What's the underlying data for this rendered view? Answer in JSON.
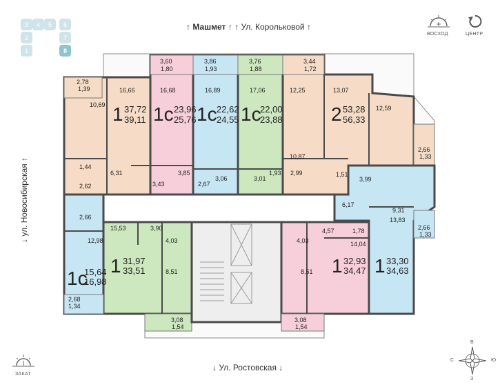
{
  "streets": {
    "top_left": "Машмет",
    "top_right": "Ул. Корольковой",
    "bottom": "Ул. Ростовская",
    "left": "ул. Новосибирская"
  },
  "sections": [
    {
      "label": "3",
      "active": false
    },
    {
      "label": "4",
      "active": false
    },
    {
      "label": "5",
      "active": false
    },
    {
      "label": "6",
      "active": false
    },
    {
      "label": "2",
      "active": false
    },
    {
      "label": "7",
      "active": false
    },
    {
      "label": "1",
      "active": false
    },
    {
      "label": "8",
      "active": true
    }
  ],
  "compass_labels": {
    "sunrise": "ВОСХОД",
    "center": "ЦЕНТР",
    "sunset": "ЗАКАТ",
    "n": "В",
    "s": "З",
    "w": "С",
    "e": "Ю"
  },
  "apartments": [
    {
      "rooms": "1",
      "total": "37,72",
      "living": "39,11"
    },
    {
      "rooms": "1с",
      "total": "23,96",
      "living": "25,76"
    },
    {
      "rooms": "1с",
      "total": "22,62",
      "living": "24,55"
    },
    {
      "rooms": "1с",
      "total": "22,00",
      "living": "23,88"
    },
    {
      "rooms": "2",
      "total": "53,28",
      "living": "56,33"
    },
    {
      "rooms": "1с",
      "total": "15,64",
      "living": "16,98"
    },
    {
      "rooms": "1",
      "total": "31,97",
      "living": "33,51"
    },
    {
      "rooms": "1",
      "total": "32,93",
      "living": "34,47"
    },
    {
      "rooms": "1",
      "total": "33,30",
      "living": "34,63"
    }
  ],
  "room_areas": {
    "balcony_a_top": "2,78",
    "balcony_a_bot": "1,39",
    "bal_b_top": "3,60",
    "bal_b_bot": "1,80",
    "bal_c_top": "3,86",
    "bal_c_bot": "1,93",
    "bal_d_top": "3,76",
    "bal_d_bot": "1,88",
    "bal_e_top": "3,44",
    "bal_e_bot": "1,72",
    "r1": "16,66",
    "r2": "16,68",
    "r3": "16,89",
    "r4": "17,06",
    "r5": "12,25",
    "r6": "13,07",
    "r7": "12,59",
    "r8": "10,69",
    "r9": "2,66",
    "r10": "1,33",
    "r11": "10,87",
    "r12": "6,31",
    "r13": "1,44",
    "r14": "2,62",
    "r15": "3,85",
    "r16": "3,43",
    "r17": "2,67",
    "r18": "3,06",
    "r19": "3,01",
    "r20": "1,93",
    "r21": "2,99",
    "r22": "1,51",
    "r23": "3,99",
    "r24": "6,17",
    "r25": "9,31",
    "r26": "13,83",
    "r27": "2,66",
    "r28": "1,33",
    "r29": "2,66",
    "r30": "12,98",
    "r31": "2,68",
    "r32": "1,34",
    "r33": "15,53",
    "r34": "3,90",
    "r35": "4,03",
    "r36": "8,51",
    "r37": "3,08",
    "r38": "1,54",
    "r39": "4,03",
    "r40": "4,57",
    "r41": "1,78",
    "r42": "14,04",
    "r43": "8,51",
    "r44": "3,08",
    "r45": "1,54"
  },
  "colors": {
    "peach": "#f6dcc6",
    "pink": "#f7cfdb",
    "blue": "#c7e6f4",
    "green": "#cde7bf",
    "core": "#eeeeee",
    "wall": "#4a4a4a"
  }
}
